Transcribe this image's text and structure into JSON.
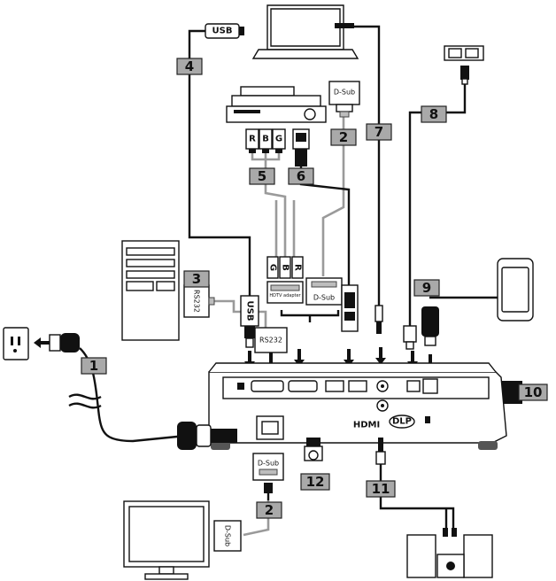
{
  "labels": {
    "usb_top": "USB",
    "usb_vertical": "USB",
    "dsub_top": "D-Sub",
    "dsub_mid": "D-Sub",
    "dsub_bottom": "D-Sub",
    "dsub_monitor": "D-Sub",
    "rs232_left": "RS232",
    "rs232_mid": "RS232",
    "hdtv_adapter": "HDTV adapter",
    "rca_r": "R",
    "rca_b": "B",
    "rca_g": "G",
    "rca_g2": "G",
    "rca_b2": "B",
    "rca_r2": "R",
    "hdmi_logo": "HDMI",
    "dlp_logo": "DLP"
  },
  "badges": [
    "1",
    "2",
    "2",
    "3",
    "4",
    "5",
    "6",
    "7",
    "8",
    "9",
    "10",
    "11",
    "12"
  ]
}
